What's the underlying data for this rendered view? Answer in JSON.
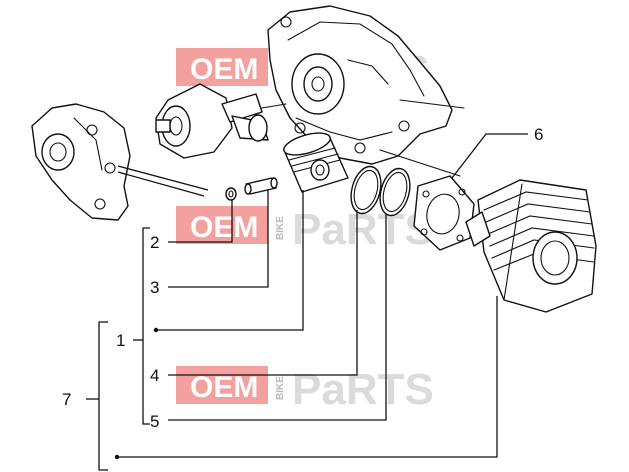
{
  "callouts": {
    "n1": "1",
    "n2": "2",
    "n3": "3",
    "n4": "4",
    "n5": "5",
    "n6": "6",
    "n7": "7"
  },
  "watermark": {
    "boxed": "OEM",
    "vertical": "BIKE",
    "parts": "PaRTS",
    "box_color": "#e8534f",
    "parts_color": "#c8c8c8",
    "parts_a_color": "#e8534f"
  }
}
